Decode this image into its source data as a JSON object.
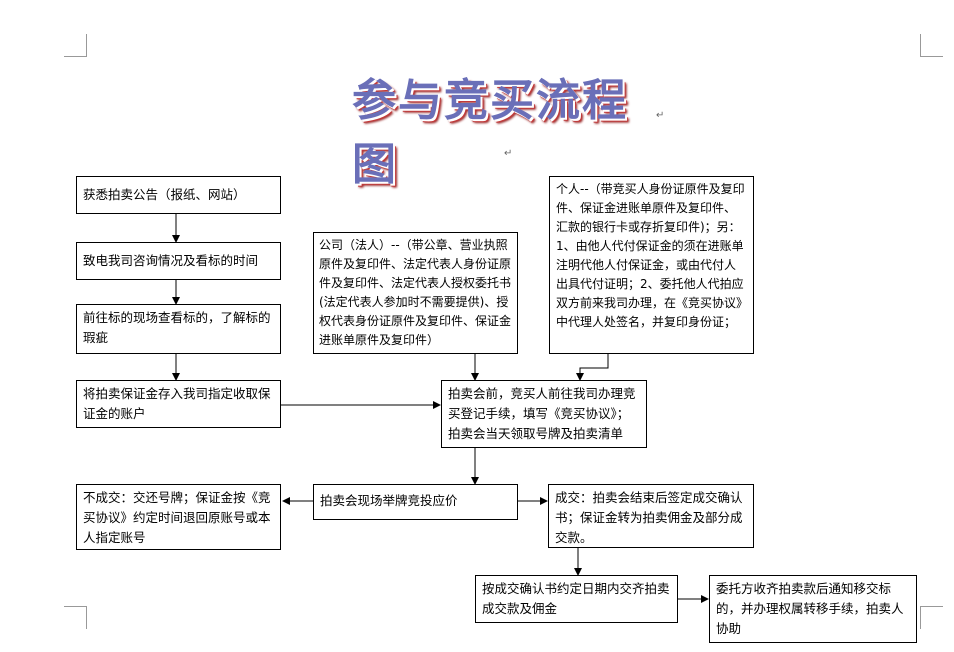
{
  "document": {
    "title": "参与竞买流程图",
    "paragraph_mark": "↵"
  },
  "flow": {
    "step1": "获悉拍卖公告（报纸、网站）",
    "step2": "致电我司咨询情况及看标的时间",
    "step3": "前往标的现场查看标的，了解标的瑕疵",
    "step4": "将拍卖保证金存入我司指定收取保证金的账户",
    "company": "公司（法人）--（带公章、营业执照原件及复印件、法定代表人身份证原件及复印件、法定代表人授权委托书(法定代表人参加时不需要提供)、授权代表身份证原件及复印件、保证金进账单原件及复印件）",
    "individual": "个人--（带竞买人身份证原件及复印件、保证金进账单原件及复印件、汇款的银行卡或存折复印件)；另：1、由他人代付保证金的须在进账单注明代他人付保证金，或由代付人出具代付证明；2、委托他人代拍应双方前来我司办理，在《竞买协议》中代理人处签名，并复印身份证；",
    "registration": "拍卖会前，竞买人前往我司办理竞买登记手续，填写《竞买协议》；拍卖会当天领取号牌及拍卖清单",
    "bidding": "拍卖会现场举牌竞投应价",
    "fail": "不成交：交还号牌；保证金按《竞买协议》约定时间退回原账号或本人指定账号",
    "success": "成交：拍卖会结束后签定成交确认书；保证金转为拍卖佣金及部分成交款。",
    "payment": "按成交确认书约定日期内交齐拍卖成交款及佣金",
    "transfer": "委托方收齐拍卖款后通知移交标的，并办理权属转移手续，拍卖人协助"
  }
}
